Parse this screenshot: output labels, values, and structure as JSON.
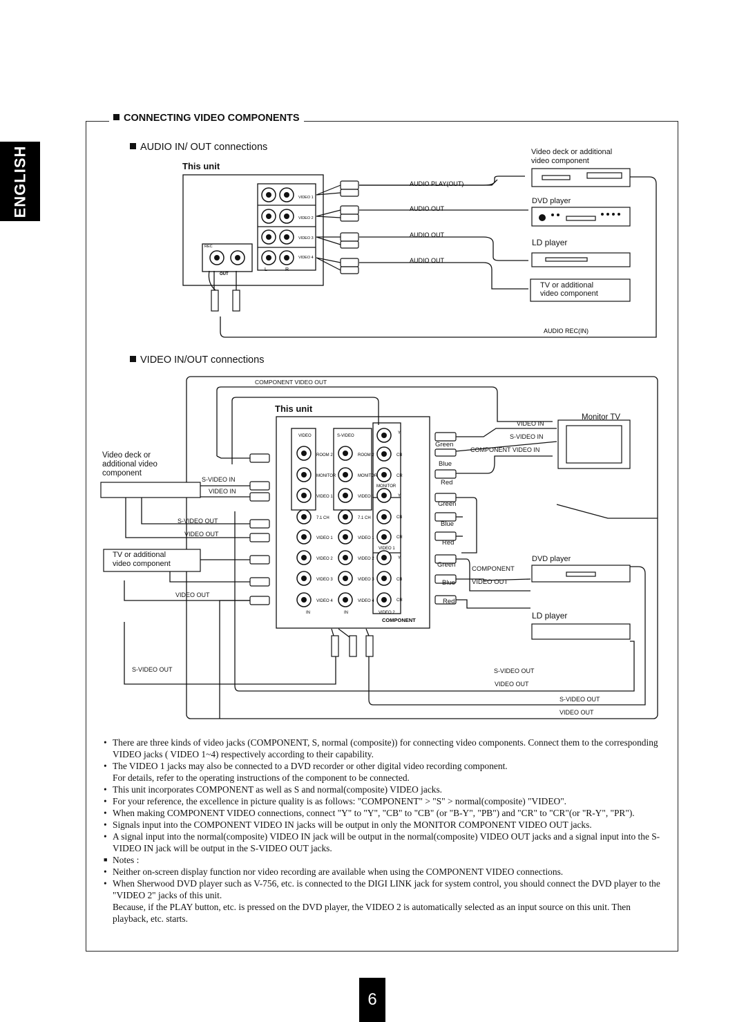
{
  "side_tab": "ENGLISH",
  "section_title": "CONNECTING VIDEO COMPONENTS",
  "audio": {
    "heading": "AUDIO IN/ OUT connections",
    "this_unit": "This unit",
    "vdeck_label_1": "Video deck or additional",
    "vdeck_label_2": "video component",
    "dvd_label": "DVD player",
    "ld_label": "LD player",
    "tv_label_1": "TV or additional",
    "tv_label_2": "video component",
    "play_out": "AUDIO PLAY(OUT)",
    "audio_out": "AUDIO OUT",
    "audio_rec": "AUDIO REC(IN)",
    "jack_video1": "VIDEO 1",
    "jack_video2": "VIDEO 2",
    "jack_video3": "VIDEO 3",
    "jack_video4": "VIDEO 4",
    "jack_out": "OUT",
    "jack_rec": "REC",
    "jack_l": "L",
    "jack_r": "R"
  },
  "video": {
    "heading": "VIDEO IN/OUT connections",
    "component_video_out": "COMPONENT VIDEO OUT",
    "this_unit": "This unit",
    "monitor_tv": "Monitor TV",
    "video_in": "VIDEO IN",
    "s_video_in": "S-VIDEO IN",
    "component_video_in": "COMPONENT VIDEO IN",
    "green": "Green",
    "blue": "Blue",
    "red": "Red",
    "vdeck_1": "Video deck or",
    "vdeck_2": "additional video",
    "vdeck_3": "component",
    "s_video_out": "S-VIDEO OUT",
    "video_out": "VIDEO OUT",
    "tv_1": "TV or additional",
    "tv_2": "video component",
    "dvd_label": "DVD player",
    "component": "COMPONENT",
    "ld_label": "LD player",
    "jack_video": "VIDEO",
    "jack_svideo": "S-VIDEO",
    "jack_room2": "ROOM 2",
    "jack_monitor": "MONITOR",
    "jack_video1": "VIDEO 1",
    "jack_71ch": "7.1 CH",
    "jack_video2": "VIDEO 2",
    "jack_video3": "VIDEO 3",
    "jack_video4": "VIDEO 4",
    "jack_in": "IN",
    "jack_component": "COMPONENT",
    "jack_y": "Y",
    "jack_cb": "CB",
    "jack_cr": "CR"
  },
  "notes": [
    "There are three kinds of video jacks (COMPONENT, S, normal (composite)) for connecting video components. Connect them to the corresponding VIDEO jacks ( VIDEO 1~4) respectively according to their capability.",
    "The VIDEO 1 jacks may also be connected to a DVD recorder or other digital video recording component.",
    "For details, refer to the operating instructions of the component to be connected.",
    "This unit incorporates COMPONENT as well as S and normal(composite) VIDEO jacks.",
    "For your reference, the excellence in picture quality is as follows: \"COMPONENT\" > \"S\" > normal(composite) \"VIDEO\".",
    "When making COMPONENT VIDEO connections, connect \"Y\" to \"Y\", \"CB\" to \"CB\" (or \"B-Y\", \"PB\") and \"CR\" to \"CR\"(or \"R-Y\", \"PR\").",
    "Signals input into the COMPONENT VIDEO IN jacks will be output in only the MONITOR COMPONENT VIDEO OUT jacks.",
    "A signal input into the normal(composite) VIDEO IN jack will be output in the normal(composite) VIDEO OUT jacks and a signal input into the S-VIDEO IN jack will be output in the S-VIDEO OUT jacks.",
    "Notes :",
    "Neither on-screen display function nor video recording are available when using the COMPONENT VIDEO connections.",
    "When Sherwood DVD player such as V-756, etc. is connected to the DIGI LINK jack for system control, you should connect the DVD player to the \"VIDEO 2\" jacks of this unit.",
    "Because, if the PLAY button, etc. is pressed on the DVD player, the VIDEO 2 is automatically selected as an input source on this unit. Then playback, etc. starts."
  ],
  "page_number": "6"
}
